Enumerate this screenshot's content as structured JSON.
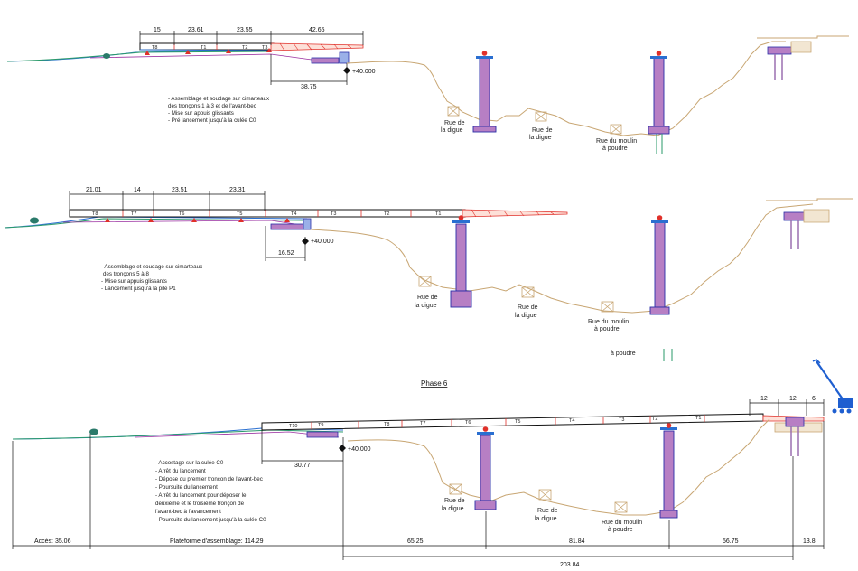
{
  "colors": {
    "ground": "#c8a673",
    "deck": "#1a1a1a",
    "pier_fill": "#b77fc4",
    "pier_edge": "#2a2fa8",
    "nose": "#e0302a",
    "embank_green": "#2a9a6a",
    "embank_blue": "#2a6fd1",
    "crane": "#1f5fd0"
  },
  "phases": [
    {
      "top_dims": [
        "15",
        "23.61",
        "23.55",
        "42.65"
      ],
      "segments": [
        "T8",
        "T1",
        "T2",
        "T3"
      ],
      "offset_dim": "38.75",
      "elevation": "+40.000",
      "notes": [
        "- Assemblage et soudage sur cimarteaux",
        "des tronçons 1 à 3 et de l'avant-bec",
        "- Mise sur appuis glissants",
        "- Pré lancement jusqu'à la culée C0"
      ],
      "road_labels": [
        [
          "Rue de",
          "la digue"
        ],
        [
          "Rue de",
          "la digue"
        ],
        [
          "Rue du moulin",
          "à poudre"
        ]
      ]
    },
    {
      "top_dims": [
        "21.01",
        "14",
        "23.51",
        "23.31"
      ],
      "segments": [
        "T8",
        "T7",
        "T6",
        "T5",
        "T4",
        "T3",
        "T2",
        "T1"
      ],
      "offset_dim": "16.52",
      "elevation": "+40.000",
      "notes": [
        "- Assemblage et soudage sur cimarteaux",
        "des tronçons 5 à 8",
        "- Mise sur appuis glissants",
        "- Lancement jusqu'à la pile P1"
      ],
      "road_labels": [
        [
          "Rue de",
          "la digue"
        ],
        [
          "Rue de",
          "la digue"
        ],
        [
          "Rue du moulin",
          "à poudre"
        ]
      ],
      "stray_label": "à poudre"
    },
    {
      "title": "Phase 6",
      "top_dims": [
        "12",
        "12",
        "6"
      ],
      "segments": [
        "T10",
        "T9",
        "T8",
        "T7",
        "T6",
        "T5",
        "T4",
        "T3",
        "T2",
        "T1"
      ],
      "offset_dim": "30.77",
      "elevation": "+40.000",
      "notes": [
        "- Accostage sur la culée C0",
        "- Arrêt du lancement",
        "- Dépose du premier tronçon de l'avant-bec",
        "- Poursuite du lancement",
        "- Arrêt du lancement pour déposer le",
        "deuxième et le troisième tronçon de",
        "l'avant-bec à l'avancement",
        "- Poursuite du lancement jusqu'à la culée C0"
      ],
      "road_labels": [
        [
          "Rue de",
          "la digue"
        ],
        [
          "Rue de",
          "la digue"
        ],
        [
          "Rue du moulin",
          "à poudre"
        ]
      ],
      "bottom_dims": [
        "Accès: 35.06",
        "Plateforme d'assemblage: 114.29",
        "65.25",
        "81.84",
        "56.75",
        "13.8"
      ],
      "total_dim": "203.84"
    }
  ]
}
